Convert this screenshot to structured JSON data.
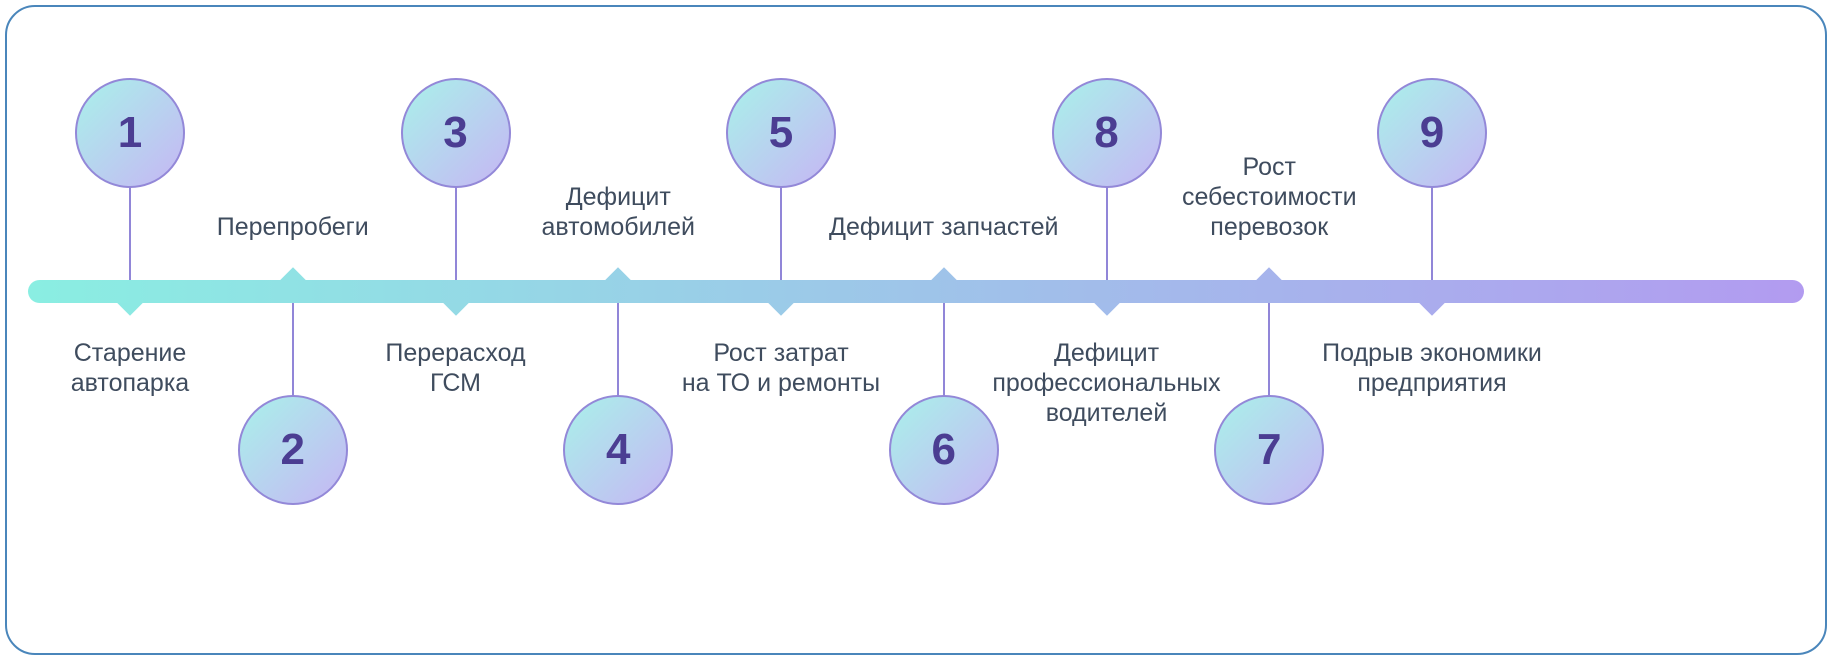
{
  "diagram": {
    "background": "#ffffff",
    "frame_border_color": "#4a86bb"
  },
  "timeline": {
    "gradient_start": "#8aeee2",
    "gradient_end": "#b29bf0",
    "stem_color": "#9186d8"
  },
  "circle_style": {
    "gradient_start": "#a9f1ea",
    "gradient_end": "#c6b6f4",
    "border_color": "#9388d8",
    "number_color": "#4b3d92"
  },
  "label_color": "#3f4c5e",
  "items": [
    {
      "number": "1",
      "side": "top",
      "label": "Старение\nавтопарка"
    },
    {
      "number": "2",
      "side": "bottom",
      "label": "Перепробеги"
    },
    {
      "number": "3",
      "side": "top",
      "label": "Перерасход\nГСМ"
    },
    {
      "number": "4",
      "side": "bottom",
      "label": "Дефицит\nавтомобилей"
    },
    {
      "number": "5",
      "side": "top",
      "label": "Рост затрат\nна ТО и ремонты"
    },
    {
      "number": "6",
      "side": "bottom",
      "label": "Дефицит запчастей"
    },
    {
      "number": "8",
      "side": "top",
      "label": "Дефицит\nпрофессиональных\nводителей"
    },
    {
      "number": "7",
      "side": "bottom",
      "label": "Рост\nсебестоимости\nперевозок"
    },
    {
      "number": "9",
      "side": "top",
      "label": "Подрыв экономики\nпредприятия"
    }
  ]
}
